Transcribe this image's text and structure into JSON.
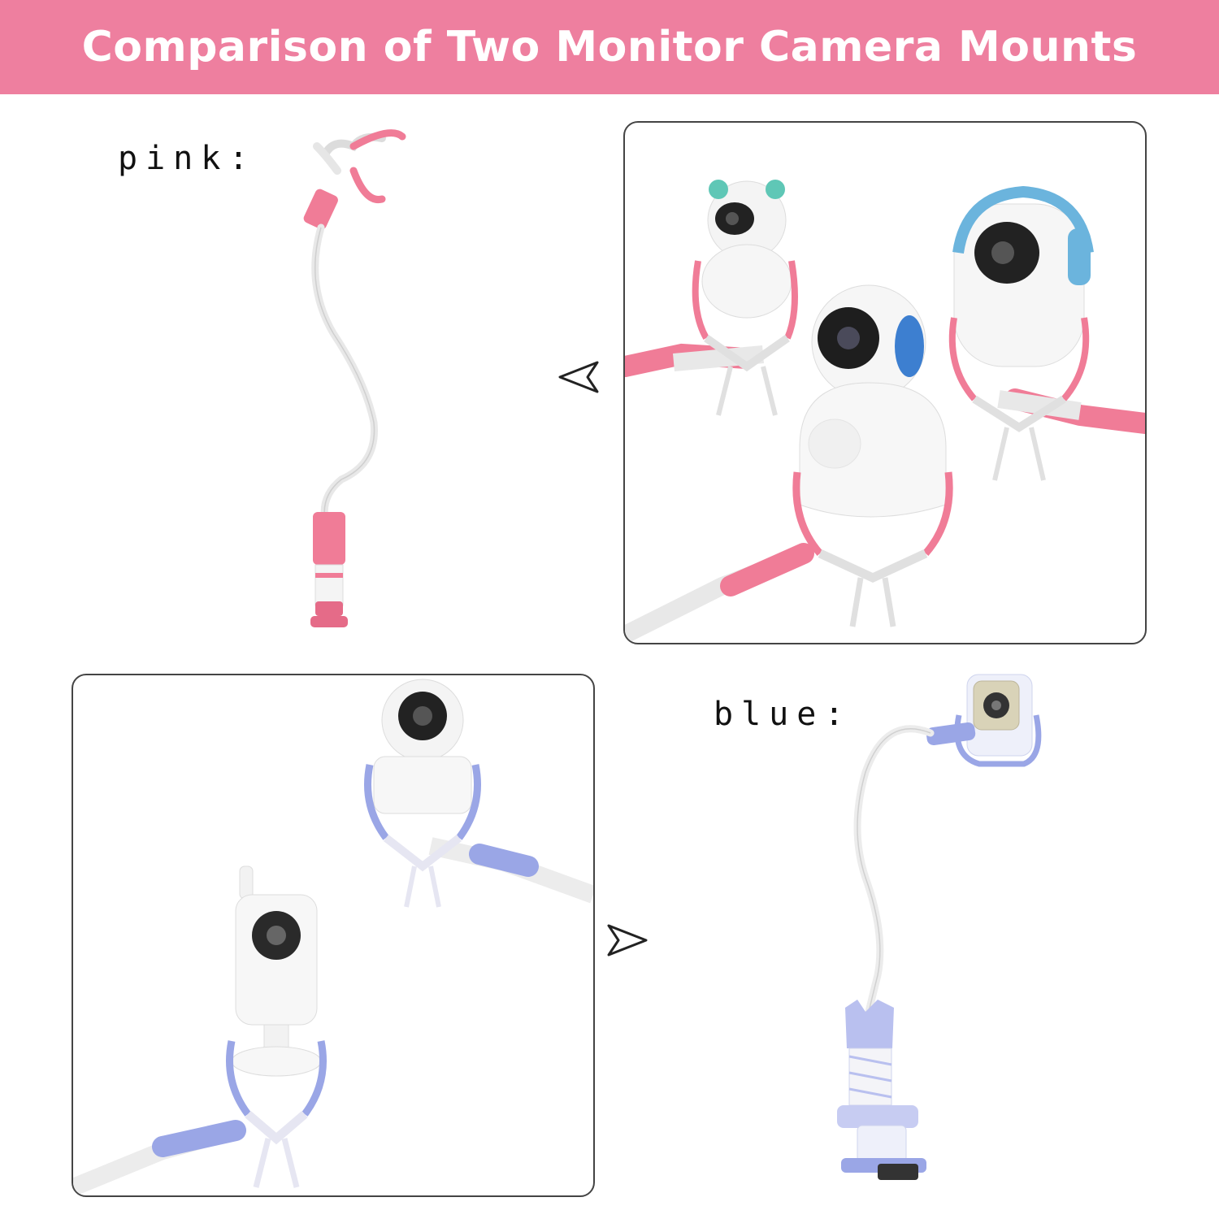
{
  "banner": {
    "title": "Comparison of Two Monitor Camera Mounts",
    "color": "#ee7f9f"
  },
  "labels": {
    "pink": "pink:",
    "blue": "blue:"
  },
  "colors": {
    "pink_accent": "#f07c97",
    "blue_accent": "#9aa6e6",
    "white_body": "#f7f7f7",
    "outline": "#444444"
  },
  "icons": {
    "arrow_left": "triangle-left-icon",
    "arrow_right": "triangle-right-icon"
  }
}
